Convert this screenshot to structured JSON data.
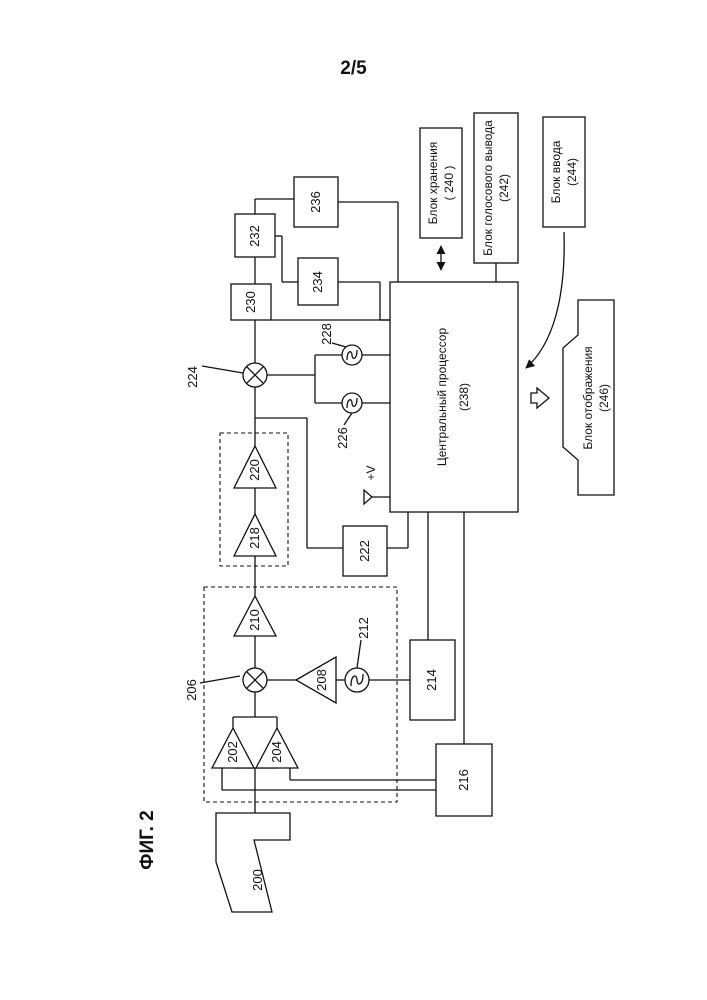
{
  "page": {
    "number": "2/5"
  },
  "figure": {
    "caption": "ФИГ. 2"
  },
  "components": {
    "antenna": "200",
    "amp_202": "202",
    "amp_204": "204",
    "downconverter_group": "206",
    "amp_208": "208",
    "amp_210": "210",
    "oscillator_212": "212",
    "block_214": "214",
    "block_216": "216",
    "amp_218": "218",
    "amp_220": "220",
    "block_222": "222",
    "mixer_224": "224",
    "oscillator_226": "226",
    "oscillator_228": "228",
    "block_230": "230",
    "block_232": "232",
    "block_234": "234",
    "block_236": "236",
    "supply_label": "+V"
  },
  "cpu": {
    "title": "Центральный процессор",
    "ref": "(238)"
  },
  "storage": {
    "title": "Блок хранения",
    "ref": "( 240 )"
  },
  "voice_output": {
    "title": "Блок голосового вывода",
    "ref": "(242)"
  },
  "input_unit": {
    "title": "Блок ввода",
    "ref": "(244)"
  },
  "display_unit": {
    "title": "Блок отображения",
    "ref": "(246)"
  }
}
